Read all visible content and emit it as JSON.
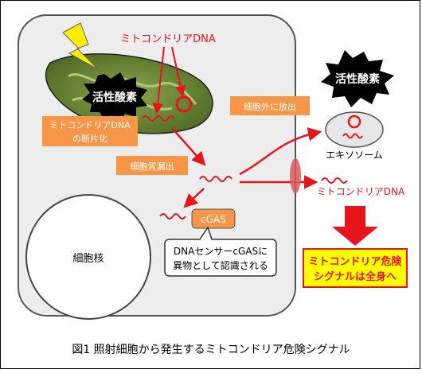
{
  "labels": {
    "mtdna_title": "ミトコンドリアDNA",
    "ros_left": "活性酸素",
    "ros_right": "活性酸素",
    "mtdna_fragment_line1": "ミトコンドリアDNA",
    "mtdna_fragment_line2": "の断片化",
    "cytoplasm_leak": "細胞質漏出",
    "release_out": "細胞外に放出",
    "exosome": "エキソソーム",
    "mtdna_out": "ミトコンドリアDNA",
    "cgas": "cGAS",
    "sensor_line1": "DNAセンサーcGASに",
    "sensor_line2": "異物として認識される",
    "nucleus": "細胞核",
    "danger_line1": "ミトコンドリア危険",
    "danger_line2": "シグナルは全身へ",
    "caption": "図1 照射細胞から発生するミトコンドリア危険シグナル"
  },
  "colors": {
    "red": "#e8141c",
    "orange": "#f79646",
    "danger_fill": "#ffff00",
    "cell_fill": "#ededed",
    "mito_fill": "#6f8b3a",
    "nucleus_fill": "#ffffff"
  },
  "icons": {
    "lightning": "lightning-bolt-icon",
    "burst": "burst-icon",
    "arrow": "down-arrow-icon"
  }
}
